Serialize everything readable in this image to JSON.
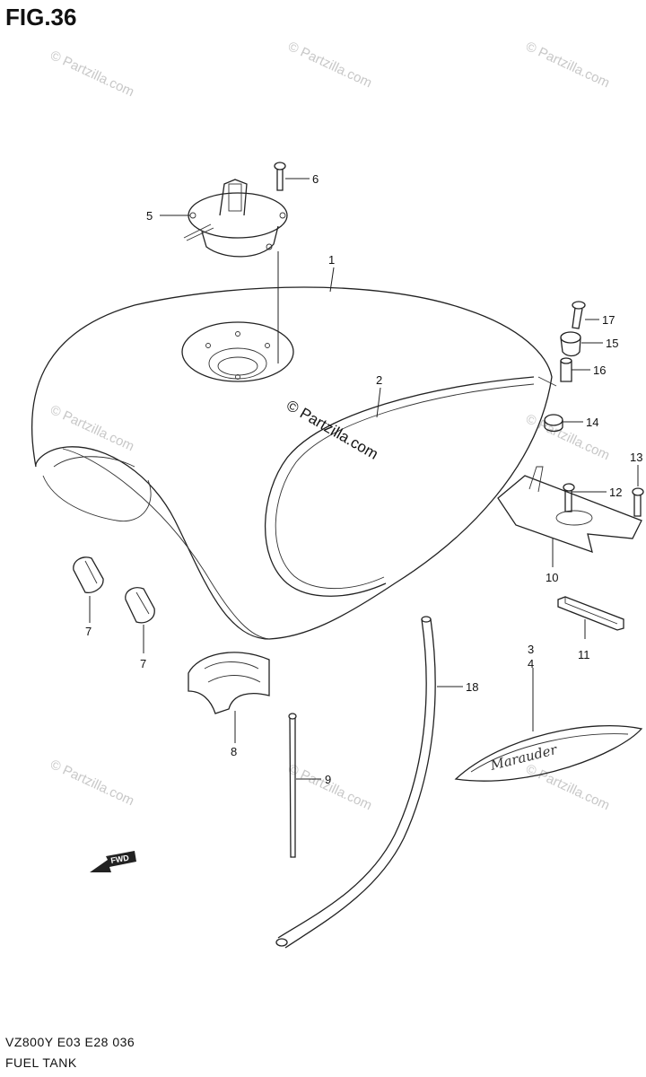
{
  "header": {
    "figure_title": "FIG.36"
  },
  "footer": {
    "model_code": "VZ800Y  E03  E28   036",
    "section_name": "FUEL TANK"
  },
  "watermark": {
    "text": "© Partzilla.com",
    "center_text": "© Partzilla.com"
  },
  "emblem": {
    "text": "Marauder"
  },
  "fwd_arrow": {
    "text": "FWD"
  },
  "callouts": [
    {
      "id": "1",
      "label": "1"
    },
    {
      "id": "2",
      "label": "2"
    },
    {
      "id": "3",
      "label": "3"
    },
    {
      "id": "4",
      "label": "4"
    },
    {
      "id": "5",
      "label": "5"
    },
    {
      "id": "6",
      "label": "6"
    },
    {
      "id": "7a",
      "label": "7"
    },
    {
      "id": "7b",
      "label": "7"
    },
    {
      "id": "8",
      "label": "8"
    },
    {
      "id": "9",
      "label": "9"
    },
    {
      "id": "10",
      "label": "10"
    },
    {
      "id": "11",
      "label": "11"
    },
    {
      "id": "12",
      "label": "12"
    },
    {
      "id": "13",
      "label": "13"
    },
    {
      "id": "14",
      "label": "14"
    },
    {
      "id": "15",
      "label": "15"
    },
    {
      "id": "16",
      "label": "16"
    },
    {
      "id": "17",
      "label": "17"
    },
    {
      "id": "18",
      "label": "18"
    }
  ]
}
